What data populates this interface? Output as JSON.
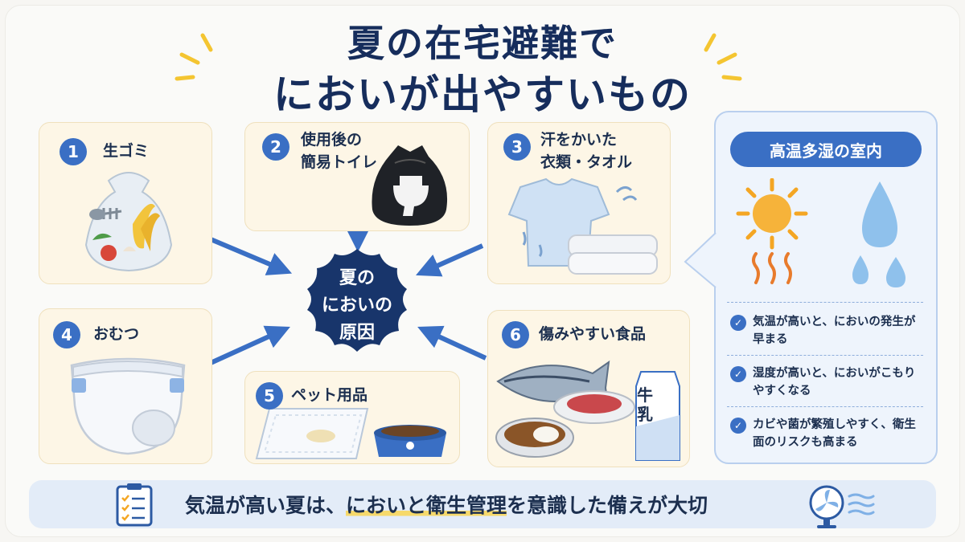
{
  "title": {
    "line1": "夏の在宅避難で",
    "line2": "においが出やすいもの"
  },
  "center": {
    "label": "夏の\nにおいの\n原因"
  },
  "items": [
    {
      "number": "1",
      "label": "生ゴミ",
      "icon": "garbage-bag-icon"
    },
    {
      "number": "2",
      "label": "使用後の\n簡易トイレ",
      "icon": "toilet-bag-icon"
    },
    {
      "number": "3",
      "label": "汗をかいた\n衣類・タオル",
      "icon": "shirt-towel-icon"
    },
    {
      "number": "4",
      "label": "おむつ",
      "icon": "diaper-icon"
    },
    {
      "number": "5",
      "label": "ペット用品",
      "icon": "pet-supplies-icon"
    },
    {
      "number": "6",
      "label": "傷みやすい食品",
      "icon": "perishable-food-icon"
    }
  ],
  "side": {
    "title": "高温多湿の室内",
    "points": [
      "気温が高いと、においの発生が早まる",
      "湿度が高いと、においがこもりやすくなる",
      "カビや菌が繁殖しやすく、衛生面のリスクも高まる"
    ],
    "milk_label": "牛乳"
  },
  "footer": {
    "before": "気温が高い夏は、",
    "highlight": "においと衛生管理",
    "after": "を意識した備えが大切"
  },
  "colors": {
    "navy": "#162d5c",
    "accent": "#3a6fc4",
    "card": "#fdf6e6",
    "highlight": "#f6d96b"
  }
}
